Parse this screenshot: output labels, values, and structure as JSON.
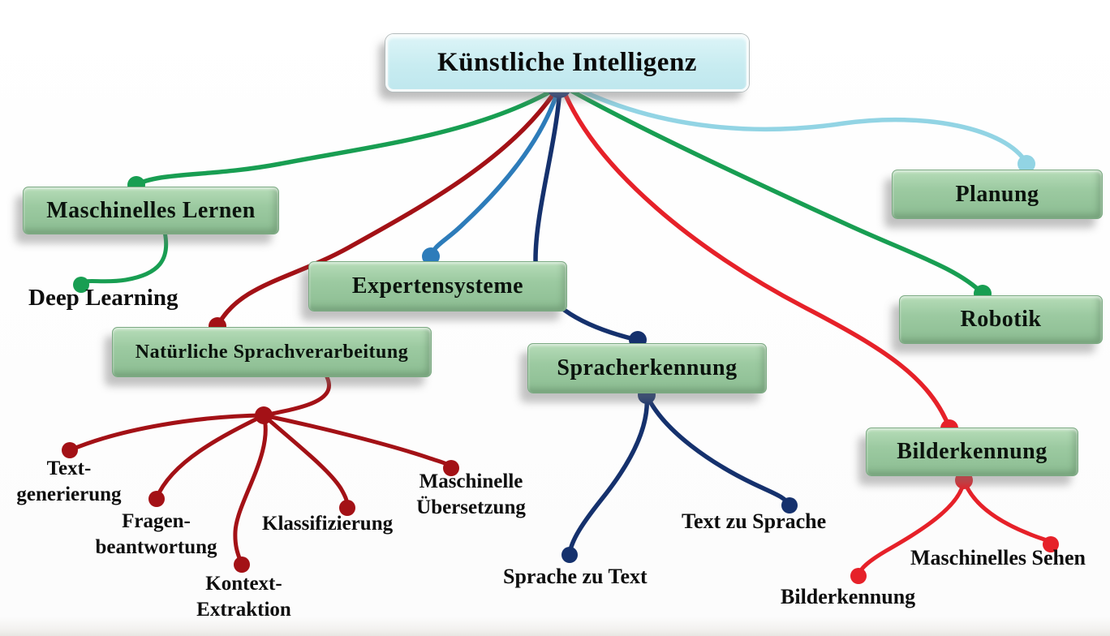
{
  "root": {
    "label": "Künstliche Intelligenz"
  },
  "branches": {
    "maschinelles_lernen": {
      "label": "Maschinelles Lernen"
    },
    "expertensysteme": {
      "label": "Expertensysteme"
    },
    "nlp": {
      "label": "Natürliche Sprachverarbeitung"
    },
    "spracherkennung": {
      "label": "Spracherkennung"
    },
    "planung": {
      "label": "Planung"
    },
    "robotik": {
      "label": "Robotik"
    },
    "bilderkennung": {
      "label": "Bilderkennung"
    }
  },
  "leaves": {
    "deep_learning": {
      "label": "Deep Learning"
    },
    "textgenerierung": {
      "line1": "Text-",
      "line2": "generierung"
    },
    "fragenbeantwortung": {
      "line1": "Fragen-",
      "line2": "beantwortung"
    },
    "klassifizierung": {
      "label": "Klassifizierung"
    },
    "kontextextraktion": {
      "line1": "Kontext-",
      "line2": "Extraktion"
    },
    "maschinelle_uebersetzung": {
      "line1": "Maschinelle",
      "line2": "Übersetzung"
    },
    "sprache_zu_text": {
      "label": "Sprache zu Text"
    },
    "text_zu_sprache": {
      "label": "Text zu Sprache"
    },
    "bilderkennung_leaf": {
      "label": "Bilderkennung"
    },
    "maschinelles_sehen": {
      "label": "Maschinelles Sehen"
    }
  },
  "colors": {
    "branch_green": "#189e52",
    "branch_dark_red": "#a31116",
    "branch_steel_blue": "#2d7cba",
    "branch_navy": "#15316d",
    "branch_bright_red": "#e62129",
    "branch_cyan": "#92d4e4",
    "node_fill_green": "#9ccaa1",
    "root_fill_cyan": "#c8ecf1",
    "text": "#0e0e0e"
  }
}
